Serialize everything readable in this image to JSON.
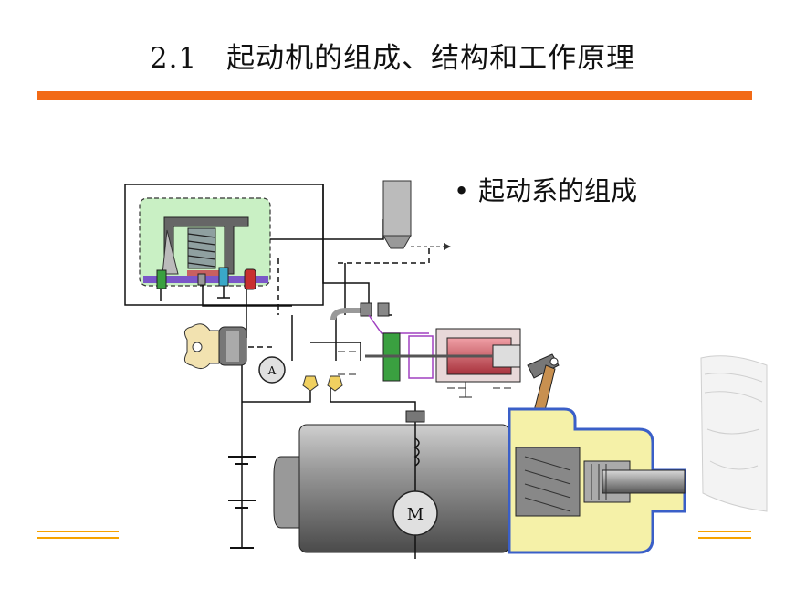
{
  "slide": {
    "title": "2.1　起动机的组成、结构和工作原理",
    "bullet": "起动系的组成"
  },
  "diagram": {
    "ammeter_label": "A",
    "motor_label": "M"
  },
  "colors": {
    "accent_orange": "#f26a16",
    "deco_orange": "#f6a300",
    "relay_green": "#c9f0c4",
    "motor_gray": "#8a8a8a",
    "housing_yellow": "#f5f1a8",
    "housing_blue": "#3a5fc8",
    "plunger_red": "#c8505a"
  }
}
